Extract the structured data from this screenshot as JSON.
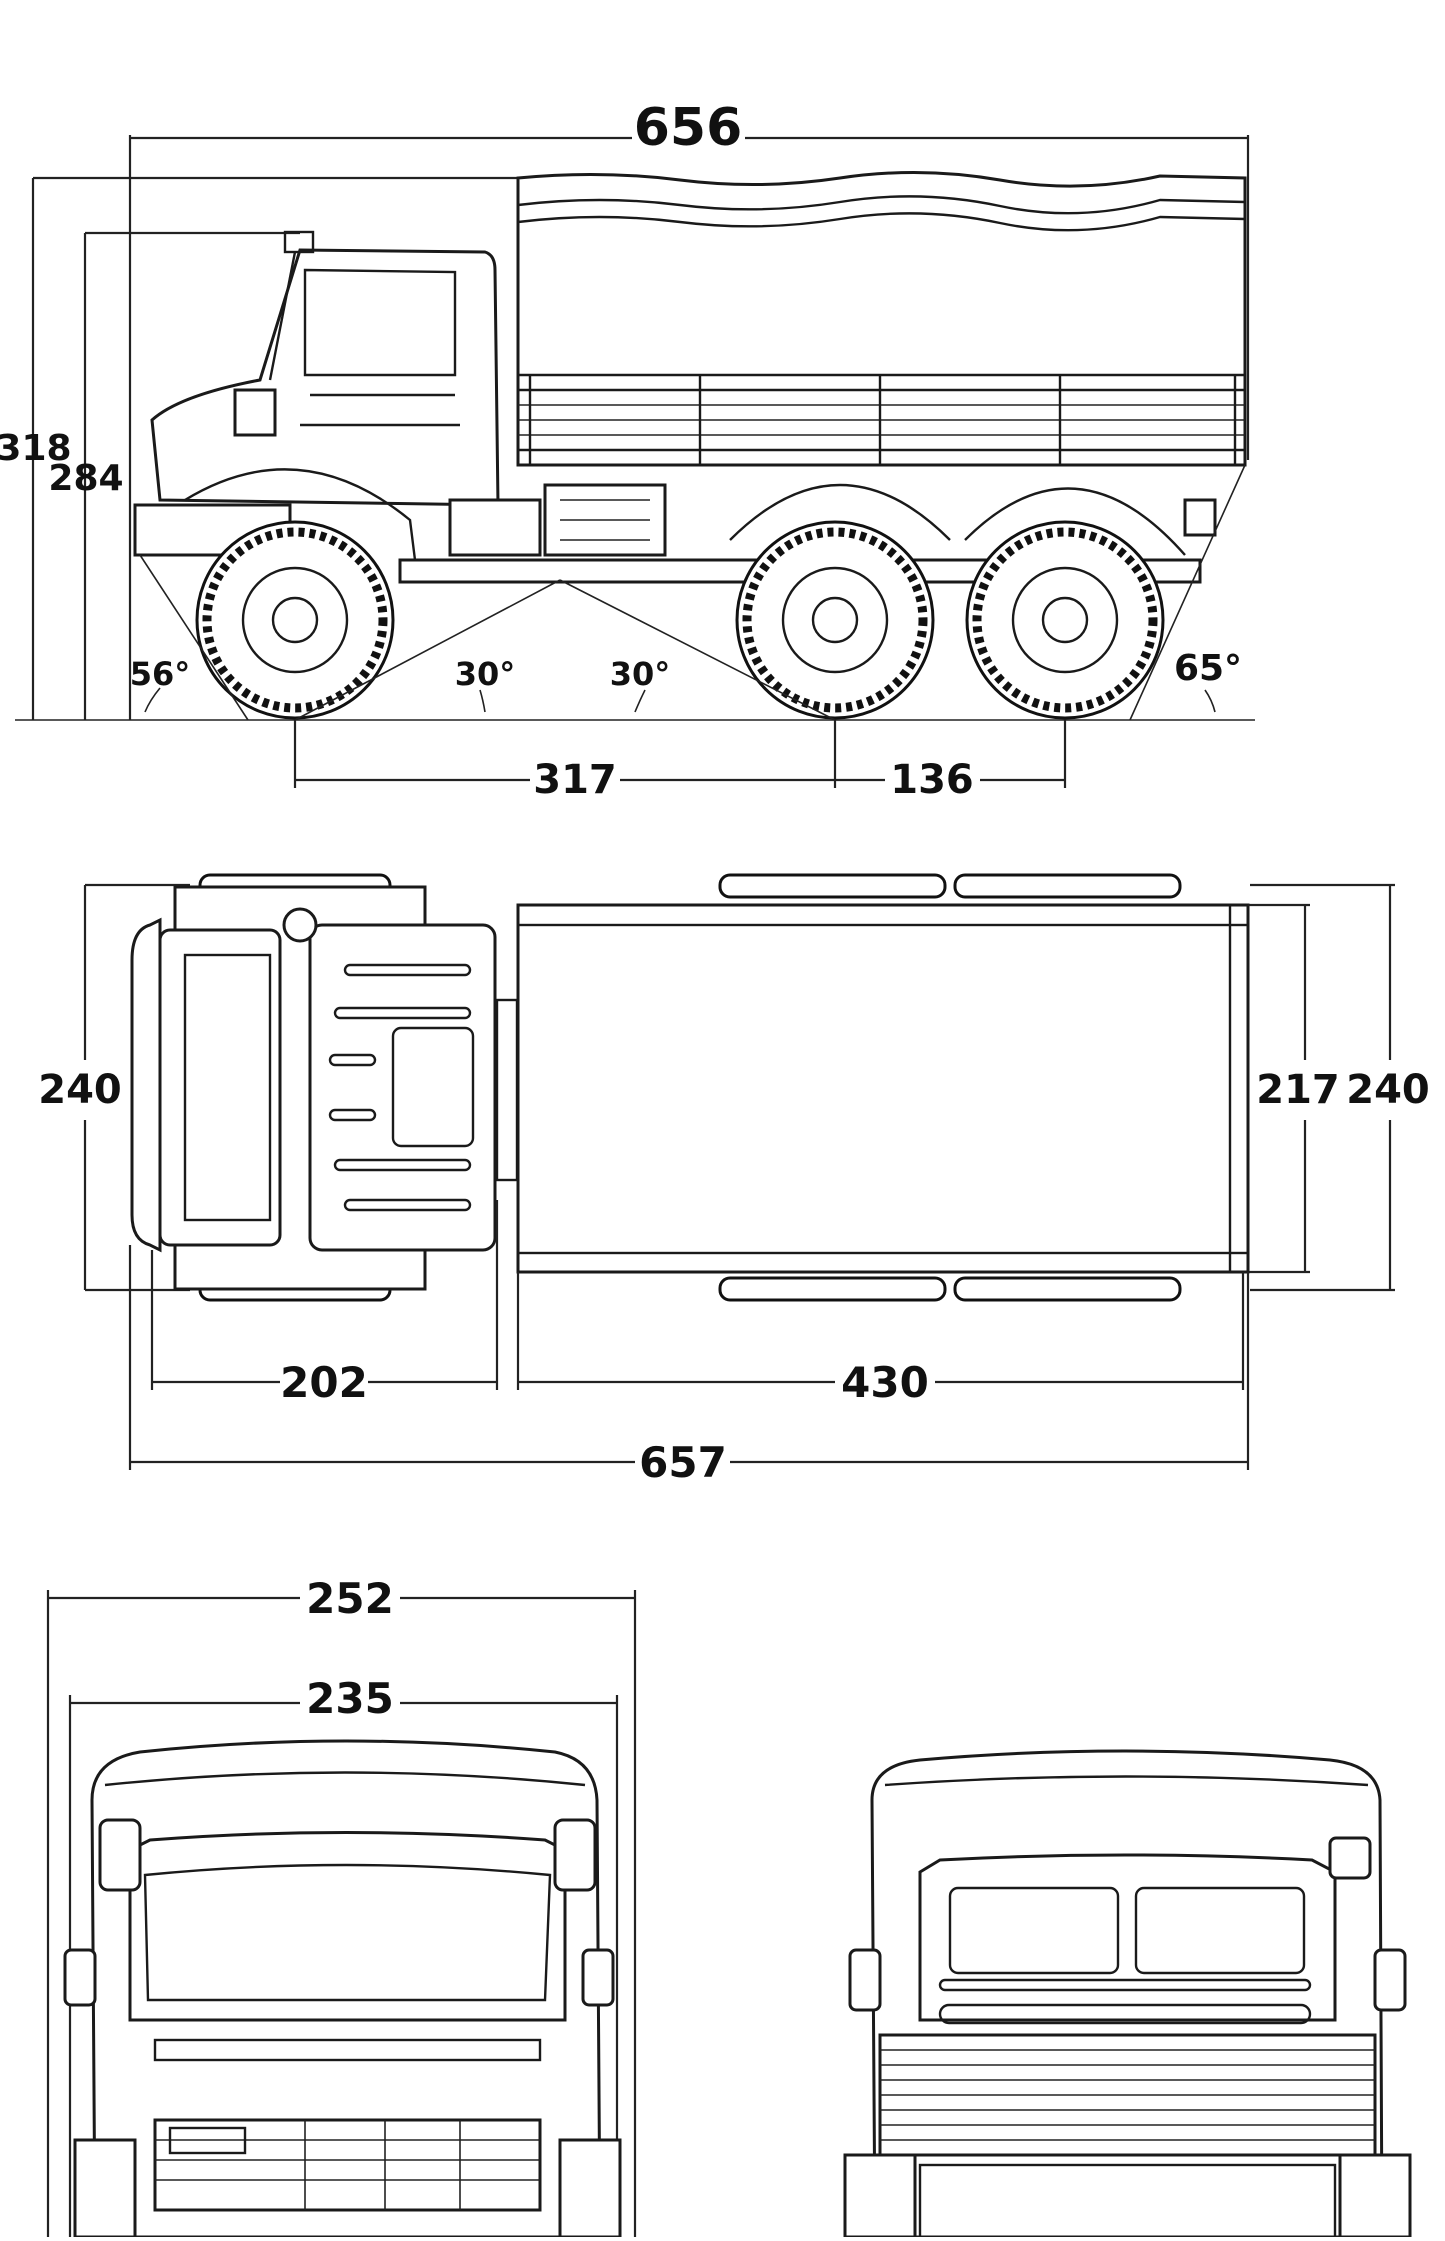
{
  "side_view": {
    "overall_length": "656",
    "overall_height": "318",
    "cab_height": "284",
    "approach_angle": "56°",
    "breakover_angle_front": "30°",
    "breakover_angle_rear": "30°",
    "departure_angle": "65°",
    "wheelbase_front_mid": "317",
    "wheelbase_mid_rear": "136"
  },
  "top_view": {
    "width_left": "240",
    "bed_inner_width": "217",
    "width_right": "240",
    "cab_length": "202",
    "bed_length": "430",
    "overall_length": "657"
  },
  "front_view": {
    "overall_width": "252",
    "cab_width": "235"
  }
}
